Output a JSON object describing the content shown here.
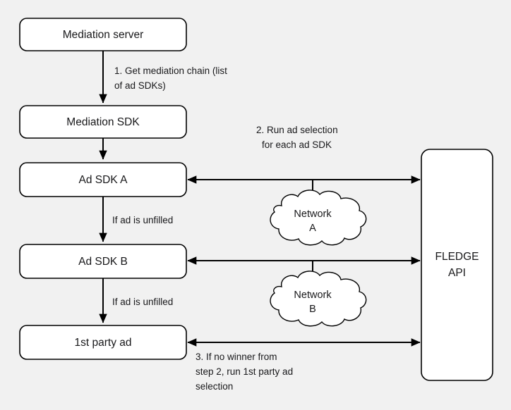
{
  "diagram": {
    "title": "Mediation waterfall with FLEDGE API ad selection",
    "background_color": "#f1f1f1",
    "box_fill": "#ffffff",
    "stroke_color": "#000000",
    "nodes": {
      "mediation_server": "Mediation server",
      "mediation_sdk": "Mediation SDK",
      "ad_sdk_a": "Ad SDK A",
      "ad_sdk_b": "Ad SDK B",
      "first_party_ad": "1st party ad",
      "fledge_api_line1": "FLEDGE",
      "fledge_api_line2": "API"
    },
    "clouds": {
      "network_a_line1": "Network",
      "network_a_line2": "A",
      "network_b_line1": "Network",
      "network_b_line2": "B"
    },
    "labels": {
      "step1_line1": "1. Get mediation chain (list",
      "step1_line2": "of ad SDKs)",
      "step2_line1": "2. Run ad selection",
      "step2_line2": "for each ad SDK",
      "step3_line1": "3. If no winner from",
      "step3_line2": "step 2, run 1st party ad",
      "step3_line3": "selection",
      "unfilled_a": "If ad is unfilled",
      "unfilled_b": "If ad is unfilled"
    }
  }
}
